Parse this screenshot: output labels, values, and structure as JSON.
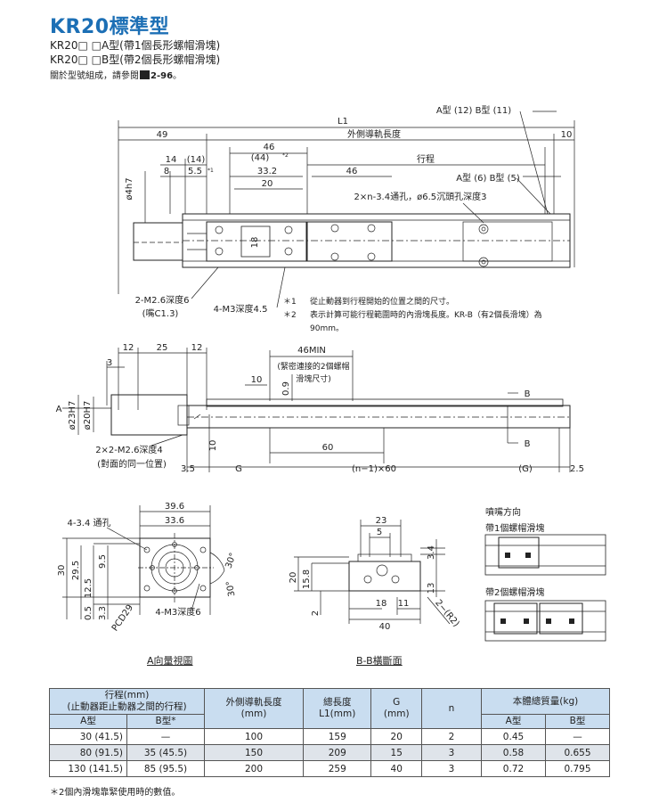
{
  "header": {
    "title": "KR20標準型",
    "line_a": "KR20□ □A型(帶1個長形螺帽滑塊)",
    "line_b": "KR20□ □B型(帶2個長形螺帽滑塊)",
    "ref_prefix": "關於型號組成，請參閱",
    "ref_page": "2-96",
    "ref_suffix": "。"
  },
  "top_view": {
    "L1": "L1",
    "dim_49": "49",
    "outer_rail": "外側導軌長度",
    "dim_10": "10",
    "dim_46": "46",
    "dim_44": "(44)",
    "star2": "*2",
    "stroke": "行程",
    "dim_14": "14",
    "dim_14p": "(14)",
    "dim_8": "8",
    "dim_55": "5.5",
    "star1": "*1",
    "dim_332": "33.2",
    "dim_46b": "46",
    "dim_20": "20",
    "ab_top": "A型 (12) B型 (11)",
    "ab_mid": "A型 (6) B型 (5)",
    "hole_note": "2×n-3.4通孔，ø6.5沉頭孔深度3",
    "phi4h7": "ø4h7",
    "dim_18": "18",
    "m26": "2-M2.6深度6",
    "c13": "(嘴C1.3)",
    "m3": "4-M3深度4.5",
    "note1_mark": "＊1",
    "note1": "從止動器到行程開始的位置之間的尺寸。",
    "note2_mark": "＊2",
    "note2": "表示計算可能行程範圍時的內滑塊長度。KR-B（有2個長滑塊）為",
    "note2b": "90mm。"
  },
  "side_view": {
    "dim_12a": "12",
    "dim_25": "25",
    "dim_12b": "12",
    "dim_3": "3",
    "min46": "46MIN",
    "min_note1": "(緊密連接的2個螺帽",
    "min_note2": "滑塊尺寸)",
    "dim_10": "10",
    "dim_09": "0.9",
    "label_A": "A",
    "phi23": "ø23H7",
    "phi20": "ø20H7",
    "label_B1": "B",
    "label_B2": "B",
    "m26b": "2×2-M2.6深度4",
    "same_pos": "(對面的同一位置)",
    "dim_35": "3.5",
    "dim_10v": "10",
    "G1": "G",
    "dim_60": "60",
    "n60": "(n−1)×60",
    "G2": "(G)",
    "dim_25b": "2.5"
  },
  "view_a": {
    "caption": "A向量視圖",
    "dim_396": "39.6",
    "dim_336": "33.6",
    "hole4": "4-3.4 通孔",
    "dim_30": "30",
    "dim_295": "29.5",
    "dim_95": "9.5",
    "dim_125": "12.5",
    "dim_05": "0.5",
    "dim_33": "3.3",
    "pcd": "PCD29",
    "m3": "4-M3深度6",
    "ang1": "30°",
    "ang2": "30°"
  },
  "view_b": {
    "caption": "B-B橫斷面",
    "dim_23": "23",
    "dim_5": "5",
    "dim_34": "3.4",
    "dim_20": "20",
    "dim_158": "15.8",
    "dim_13": "13",
    "dim_2": "2",
    "dim_18": "18",
    "dim_11": "11",
    "dim_40": "40",
    "r2": "2−(R2)"
  },
  "nozzle": {
    "title": "噴嘴方向",
    "one": "帶1個螺帽滑塊",
    "two": "帶2個螺帽滑塊"
  },
  "table": {
    "h_stroke": "行程(mm)",
    "h_stroke2": "(止動器距止動器之間的行程)",
    "h_a": "A型",
    "h_b": "B型*",
    "h_rail": "外側導軌長度",
    "h_rail_unit": "(mm)",
    "h_total": "總長度",
    "h_total_unit": "L1(mm)",
    "h_g": "G",
    "h_g_unit": "(mm)",
    "h_n": "n",
    "h_mass": "本體總質量(kg)",
    "h_mass_a": "A型",
    "h_mass_b": "B型",
    "rows": [
      {
        "a": "30 (41.5)",
        "b": "—",
        "rail": "100",
        "total": "159",
        "g": "20",
        "n": "2",
        "ma": "0.45",
        "mb": "—"
      },
      {
        "a": "80 (91.5)",
        "b": "35 (45.5)",
        "rail": "150",
        "total": "209",
        "g": "15",
        "n": "3",
        "ma": "0.58",
        "mb": "0.655"
      },
      {
        "a": "130 (141.5)",
        "b": "85 (95.5)",
        "rail": "200",
        "total": "259",
        "g": "40",
        "n": "3",
        "ma": "0.72",
        "mb": "0.795"
      }
    ],
    "footnote": "＊2個內滑塊靠緊使用時的數值。"
  }
}
